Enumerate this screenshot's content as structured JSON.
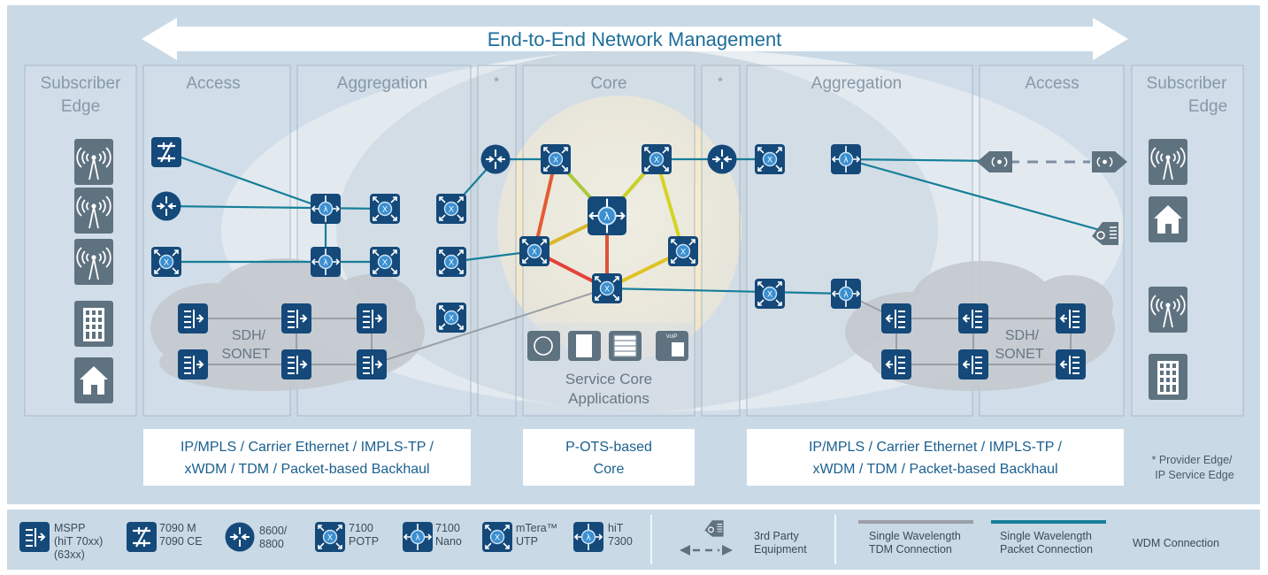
{
  "banner": {
    "title": "End-to-End Network Management"
  },
  "zones": {
    "subscriber_edge_left": "Subscriber Edge",
    "access_left": "Access",
    "aggregation_left": "Aggregation",
    "provider_edge_left": "*",
    "core": "Core",
    "provider_edge_right": "*",
    "aggregation_right": "Aggregation",
    "access_right": "Access",
    "subscriber_edge_right": "Subscriber Edge"
  },
  "clouds": {
    "left": "SDH/ SONET",
    "right": "SDH/ SONET"
  },
  "service_core": {
    "title": "Service Core Applications",
    "voip_badge": "VoIP"
  },
  "captions": {
    "left": "IP/MPLS / Carrier Ethernet / IMPLS-TP / xWDM / TDM / Packet-based Backhaul",
    "center": "P-OTS-based Core",
    "right": "IP/MPLS / Carrier Ethernet / IMPLS-TP / xWDM / TDM / Packet-based Backhaul",
    "footnote": "* Provider Edge/ IP Service Edge"
  },
  "legend": {
    "devices": [
      {
        "icon": "mspp",
        "label": "MSPP (hiT 70xx) (63xx)"
      },
      {
        "icon": "7090",
        "label": "7090 M 7090 CE"
      },
      {
        "icon": "router",
        "label": "8600/ 8800"
      },
      {
        "icon": "potp",
        "label": "7100 POTP"
      },
      {
        "icon": "nano",
        "label": "7100 Nano"
      },
      {
        "icon": "mtera",
        "label": "mTera™ UTP"
      },
      {
        "icon": "hit",
        "label": "hiT 7300"
      }
    ],
    "third_party": "3rd Party Equipment",
    "links": [
      {
        "label": "Single Wavelength TDM Connection",
        "color": "#9aa0a6"
      },
      {
        "label": "Single Wavelength Packet Connection",
        "color": "#117e9b"
      },
      {
        "label": "WDM Connection",
        "colors": [
          "#f2d21a",
          "#e99b2a",
          "#e63b3a",
          "#88c541"
        ]
      }
    ]
  },
  "colors": {
    "background": "#cbdbe8",
    "device": "#14497a",
    "packet_link": "#177f99",
    "tdm_link": "#9ba0a6",
    "panel": "#e2eaf1"
  }
}
